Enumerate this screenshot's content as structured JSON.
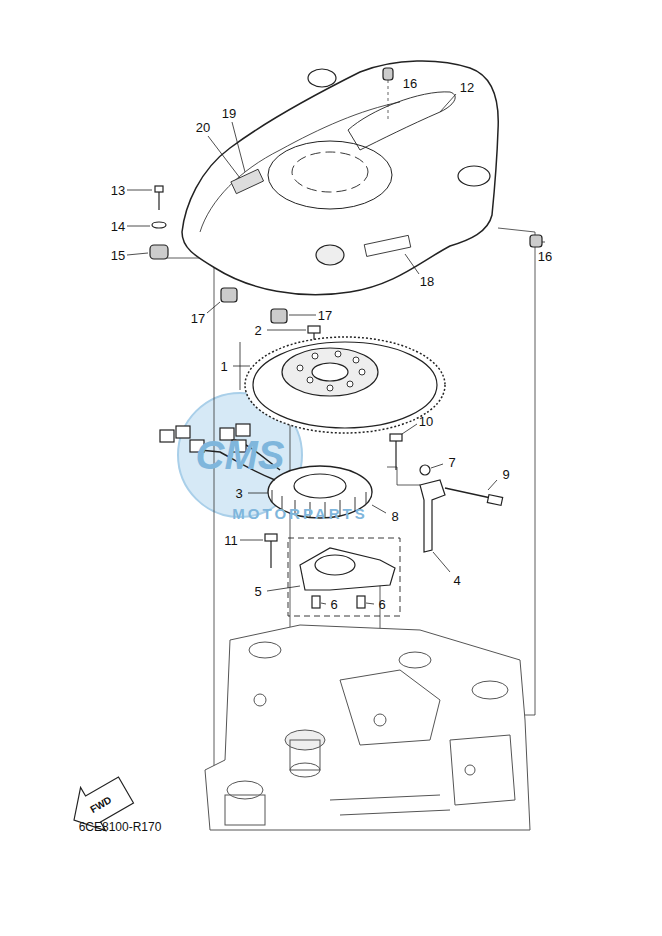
{
  "diagram": {
    "labels": [
      "16",
      "12",
      "19",
      "20",
      "13",
      "14",
      "15",
      "16",
      "18",
      "17",
      "17",
      "2",
      "1",
      "10",
      "7",
      "9",
      "3",
      "8",
      "11",
      "4",
      "5",
      "6",
      "6",
      "FWD",
      "6CE8100-R170",
      "CMS",
      "MOTORPARTS"
    ]
  }
}
